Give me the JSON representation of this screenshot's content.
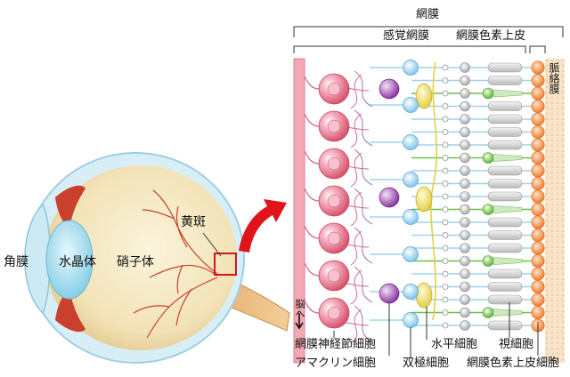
{
  "eye": {
    "cornea": "角膜",
    "lens": "水晶体",
    "vitreous": "硝子体",
    "macula": "黄斑"
  },
  "retina": {
    "title": "網膜",
    "sensory_retina": "感覚網膜",
    "rpe": "網膜色素上皮",
    "choroid": "脈絡膜",
    "brain": "脳へ"
  },
  "cells": {
    "ganglion": "網膜神経節細胞",
    "amacrine": "アマクリン細胞",
    "bipolar": "双極細胞",
    "horizontal": "水平細胞",
    "photoreceptor": "視細胞",
    "rpe_cell": "網膜色素上皮細胞"
  },
  "colors": {
    "ganglion": "#e0708a",
    "amacrine": "#9b4fb0",
    "bipolar": "#7fc6ea",
    "horizontal": "#e9dc6a",
    "cone": "#6dbf4a",
    "rod": "#bdbdbd",
    "rpe": "#f08a3c",
    "choroid": "#f6dcc0",
    "arrow": "#e0141b"
  }
}
